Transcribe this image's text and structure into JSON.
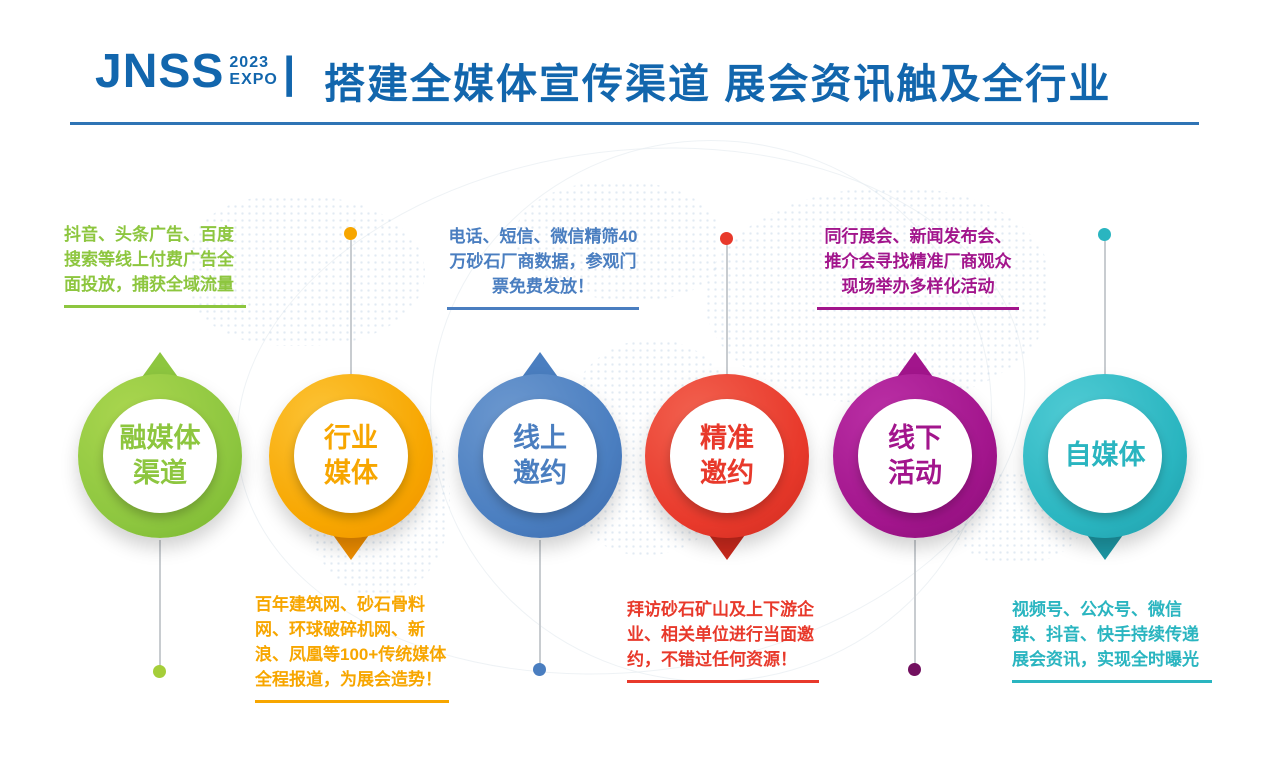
{
  "header": {
    "logo_main": "JNSS",
    "logo_year": "2023",
    "logo_expo": "EXPO",
    "separator": "|",
    "title": "搭建全媒体宣传渠道  展会资讯触及全行业",
    "accent_color": "#1266ad"
  },
  "channels": [
    {
      "label": "融媒体\n渠道",
      "desc": "抖音、头条广告、百度搜索等线上付费广告全面投放，捕获全域流量",
      "color": "#8dc63f",
      "color_light": "#aad64f",
      "color_dark": "#74b22b",
      "dot_color": "#a5ce39"
    },
    {
      "label": "行业\n媒体",
      "desc": "百年建筑网、砂石骨料网、环球破碎机网、新浪、凤凰等100+传统媒体全程报道，为展会造势！",
      "color": "#f7a600",
      "color_light": "#fcc335",
      "color_dark": "#ee8d00",
      "dot_color": "#f7a600"
    },
    {
      "label": "线上\n邀约",
      "desc": "电话、短信、微信精筛40万砂石厂商数据，参观门票免费发放！",
      "color": "#4a7ec0",
      "color_light": "#6c98cf",
      "color_dark": "#3a66a6",
      "dot_color": "#4a7ec0"
    },
    {
      "label": "精准\n邀约",
      "desc": "拜访砂石矿山及上下游企业、相关单位进行当面邀约，不错过任何资源！",
      "color": "#e8392b",
      "color_light": "#f2614f",
      "color_dark": "#c9291d",
      "dot_color": "#e8392b"
    },
    {
      "label": "线下\n活动",
      "desc": "同行展会、新闻发布会、推介会寻找精准厂商观众现场举办多样化活动",
      "color": "#a2158c",
      "color_light": "#bb30a6",
      "color_dark": "#820d70",
      "dot_color": "#72105f"
    },
    {
      "label": "自媒体",
      "desc": "视频号、公众号、微信群、抖音、快手持续传递展会资讯，实现全时曝光",
      "color": "#2ab5c0",
      "color_light": "#50cbd4",
      "color_dark": "#1d97a4",
      "dot_color": "#2ab5c0"
    }
  ]
}
